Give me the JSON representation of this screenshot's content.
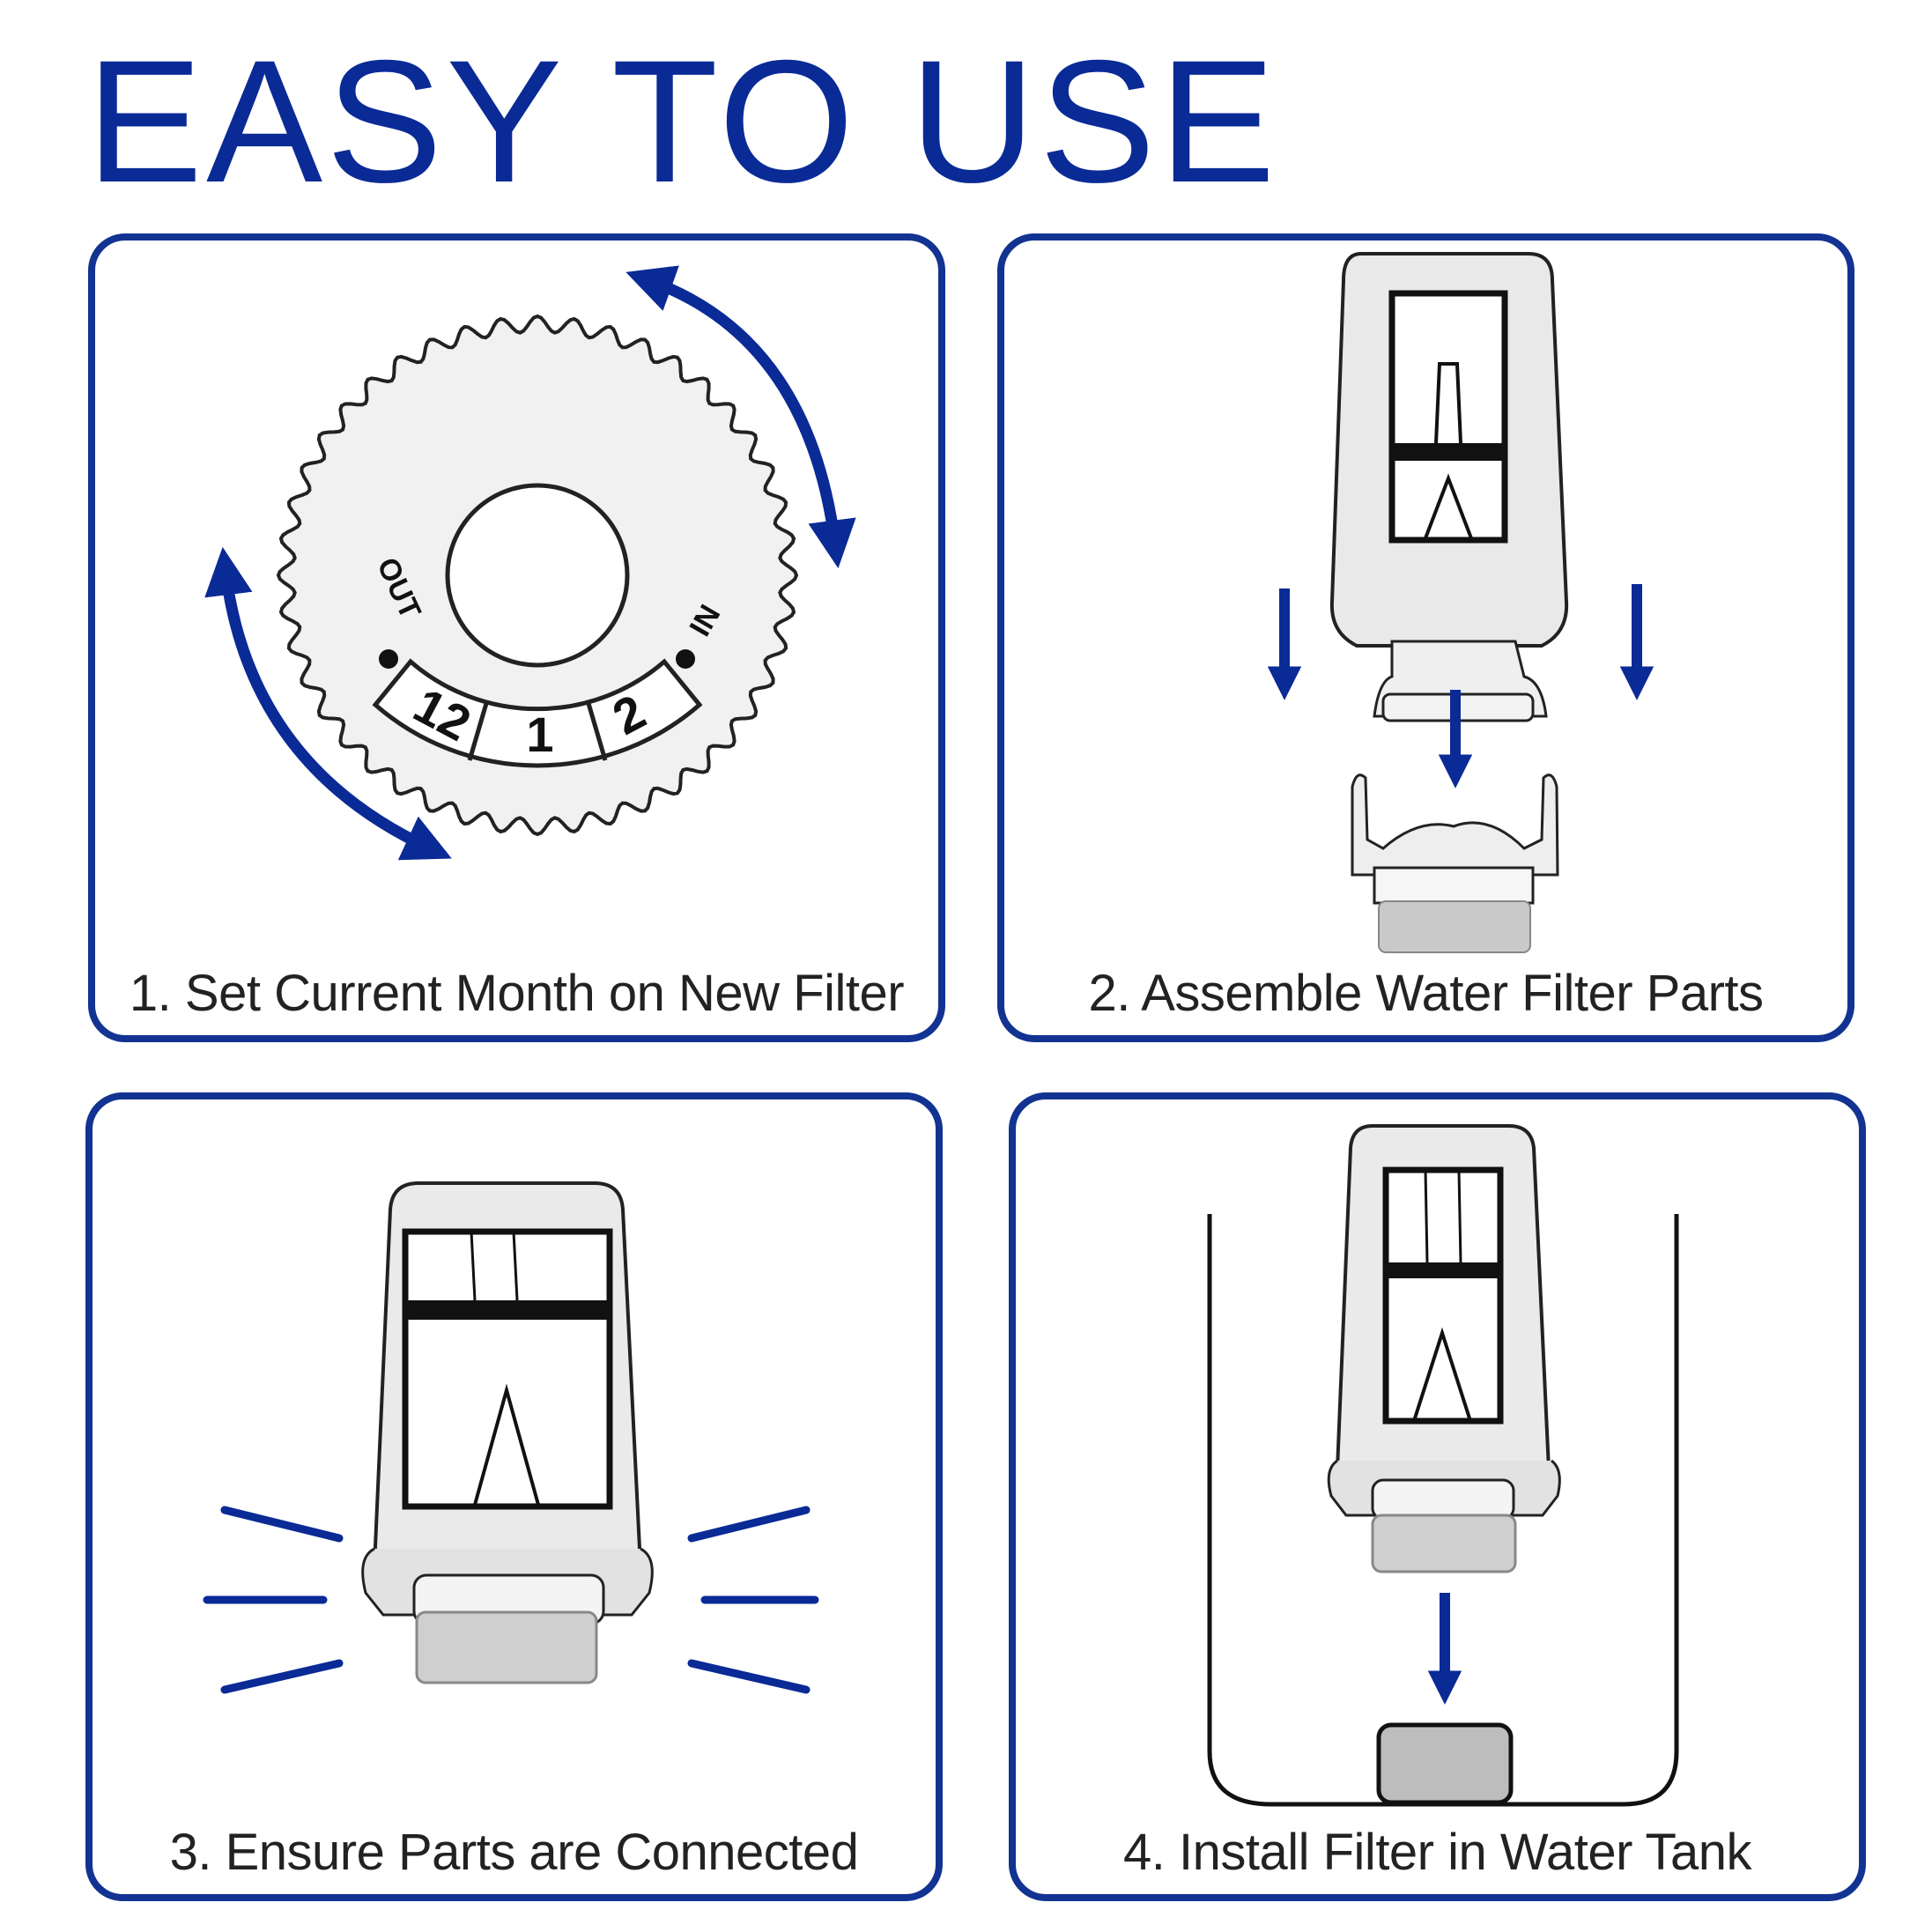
{
  "title": "EASY TO USE",
  "steps": [
    {
      "caption": "1. Set Current Month on New Filter"
    },
    {
      "caption": "2. Assemble Water Filter Parts"
    },
    {
      "caption": "3. Ensure Parts are Connected"
    },
    {
      "caption": "4. Install Filter in Water Tank"
    }
  ],
  "dial": {
    "out_label": "OUT",
    "in_label": "IN",
    "months": [
      "12",
      "1",
      "2"
    ]
  },
  "colors": {
    "brand_blue": "#0a2a96",
    "outline": "#123391"
  }
}
